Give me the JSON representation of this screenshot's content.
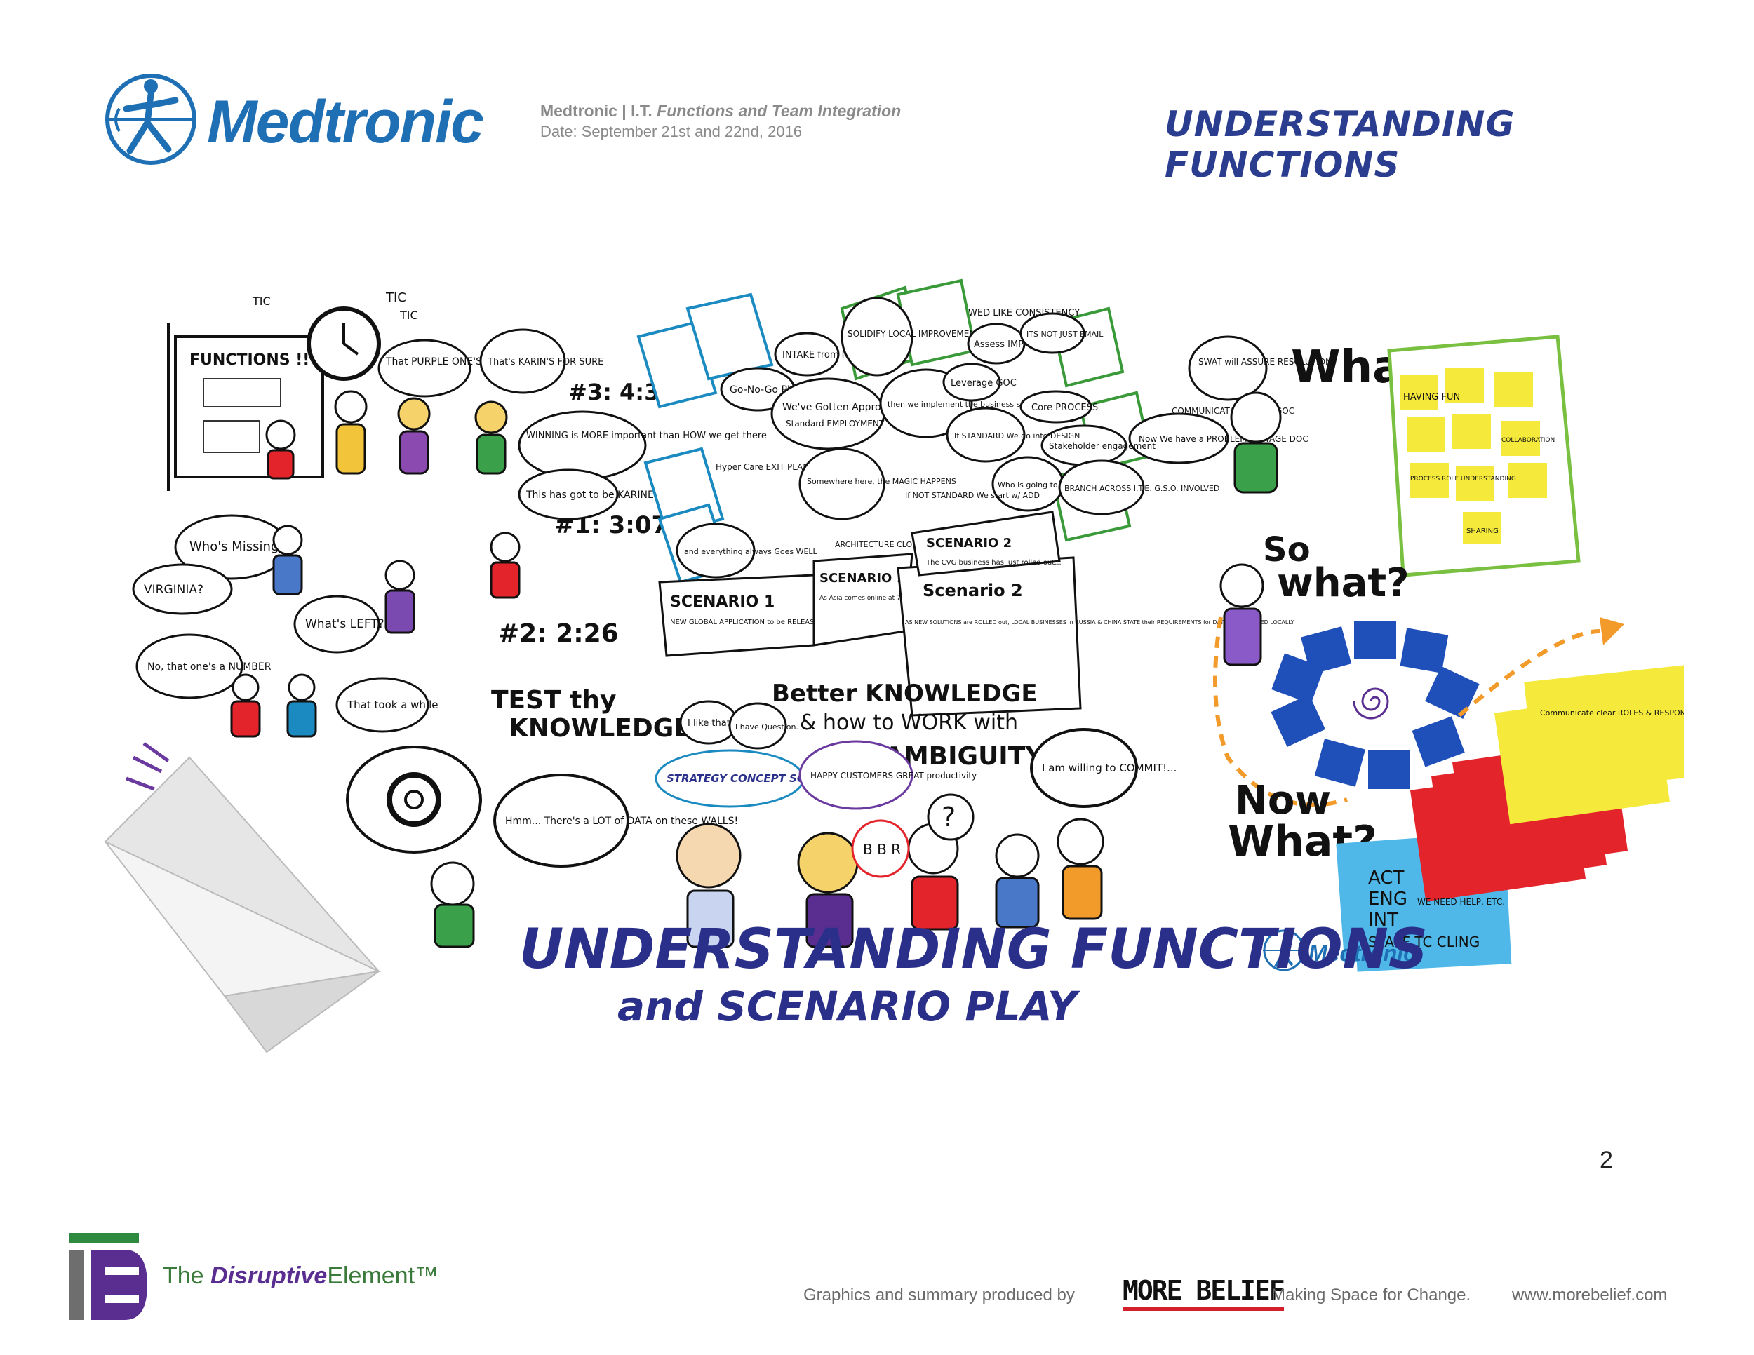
{
  "header": {
    "brand": "Medtronic",
    "event_title_prefix": "Medtronic | I.T. ",
    "event_title_italic": "Functions and Team Integration",
    "event_date": "Date: September 21st and 22nd, 2016",
    "section_heading": "UNDERSTANDING FUNCTIONS"
  },
  "mural": {
    "main_title": "UNDERSTANDING FUNCTIONS",
    "sub_title": "and SCENARIO PLAY",
    "brand_small": "Medtronic",
    "captions": {
      "tic1": "TIC",
      "tic2": "TIC",
      "tic3": "TIC",
      "functions": "FUNCTIONS !!",
      "purple_wrong": "That PURPLE ONE'S WRONG",
      "karin": "That's KARIN'S FOR SURE",
      "timer3": "#3: 4:36",
      "winning": "WINNING is MORE important than HOW we get there",
      "karine": "This has got to be KARINE",
      "whos_missing": "Who's Missing?",
      "virginia": "VIRGINIA?",
      "timer1": "#1: 3:07",
      "whats_left": "What's LEFT?",
      "no_number": "No, that one's a NUMBER",
      "timer2": "#2: 2:26",
      "took_while": "That took a while",
      "test_knowledge_1": "TEST thy",
      "test_knowledge_2": "KNOWLEDGE",
      "go_no_go": "Go-No-Go PLAN",
      "intake": "INTAKE from MP3",
      "solidify": "SOLIDIFY LOCAL IMPROVEMENT",
      "approval": "We've Gotten Approval",
      "standard_employment": "Standard EMPLOYMENT",
      "implement": "then we implement the business strategy",
      "consistency": "WED LIKE CONSISTENCY",
      "assess": "Assess IMPACT",
      "not_email": "ITS NOT JUST EMAIL",
      "leverage": "Leverage GOC",
      "swat": "SWAT will ASSURE RESOLUTION",
      "communications": "COMMUNICATIONS from GOC",
      "problem_doc": "Now We have a PROBLEM MANAGE DOC",
      "core_process": "Core PROCESS",
      "stakeholder": "Stakeholder engagement",
      "standard_design": "If STANDARD We go into DESIGN",
      "hyper_care": "Hyper Care EXIT PLAN",
      "magic": "Somewhere here, the MAGIC HAPPENS",
      "who_angry": "Who is going to get ANGRY?",
      "branch": "BRANCH ACROSS I.T.E. G.S.O. INVOLVED",
      "not_standard": "If NOT STANDARD We start w/ ADD",
      "architecture": "ARCHITECTURE CLOUD PREM all on Board",
      "goes_well": "and everything always Goes WELL",
      "scenario1_title": "SCENARIO 1",
      "scenario1_body": "NEW GLOBAL APPLICATION to be RELEASED to PRODUCTION",
      "scenario1b_title": "SCENARIO 1",
      "scenario1b_body": "As Asia comes online at 7pm CST, an outage occurs...",
      "scenario2_title": "Scenario 2",
      "scenario2_body": "AS NEW SOLUTIONS are ROLLED out, LOCAL BUSINESSES in RUSSIA & CHINA STATE their REQUIREMENTS for DATA to be STORED LOCALLY",
      "scenario2b_title": "SCENARIO 2",
      "scenario2b_body": "The CVG business has just rolled out...",
      "better_knowledge": "Better KNOWLEDGE",
      "how_to_work": "& how to WORK with",
      "ambiguity": "AMBIGUITY",
      "like_that": "I like that!",
      "have_question": "I have Question.",
      "strategy": "STRATEGY CONCEPT SOLUTION",
      "happy_customers": "HAPPY CUSTOMERS GREAT productivity",
      "hmm_data": "Hmm... There's a LOT of DATA on these WALLS!",
      "bbr": "B B R",
      "question_mark": "?",
      "commit": "I am willing to COMMIT!...",
      "what": "What?",
      "so_what_1": "So",
      "so_what_2": "what?",
      "now_what_1": "Now",
      "now_what_2": "What?",
      "sticky_having_fun": "HAVING FUN",
      "sticky_process": "PROCESS ROLE UNDERSTANDING",
      "sticky_collaboration": "COLLABORATION",
      "sticky_sharing": "SHARING",
      "sticky_communicate": "Communicate clear ROLES & RESPONSIBILITIES",
      "sticky_we_need_help": "WE NEED HELP, ETC.",
      "sticky_act": "ACT",
      "sticky_eng": "ENG",
      "sticky_int": "INT",
      "sticky_staff": "STAFF TC CLING"
    }
  },
  "footer": {
    "page_number": "2",
    "tde_prefix": "The ",
    "tde_italic": "Disruptive",
    "tde_suffix": "Element™",
    "credit": "Graphics and summary produced by",
    "more_belief": "MORE BELIEF",
    "tagline": "Making Space for Change.",
    "website": "www.morebelief.com"
  },
  "colors": {
    "medtronic_blue": "#1f6fb4",
    "heading_navy": "#2a3d8f",
    "sticky_yellow": "#f5ea3c",
    "sticky_blue": "#1f4fb8",
    "sticky_red": "#e3242b",
    "sticky_cyan": "#4fb8e8",
    "timer_green": "#3a9a3a",
    "timer_red": "#e3242b",
    "tde_purple": "#5a2e91",
    "tde_green": "#2e8a3e"
  }
}
